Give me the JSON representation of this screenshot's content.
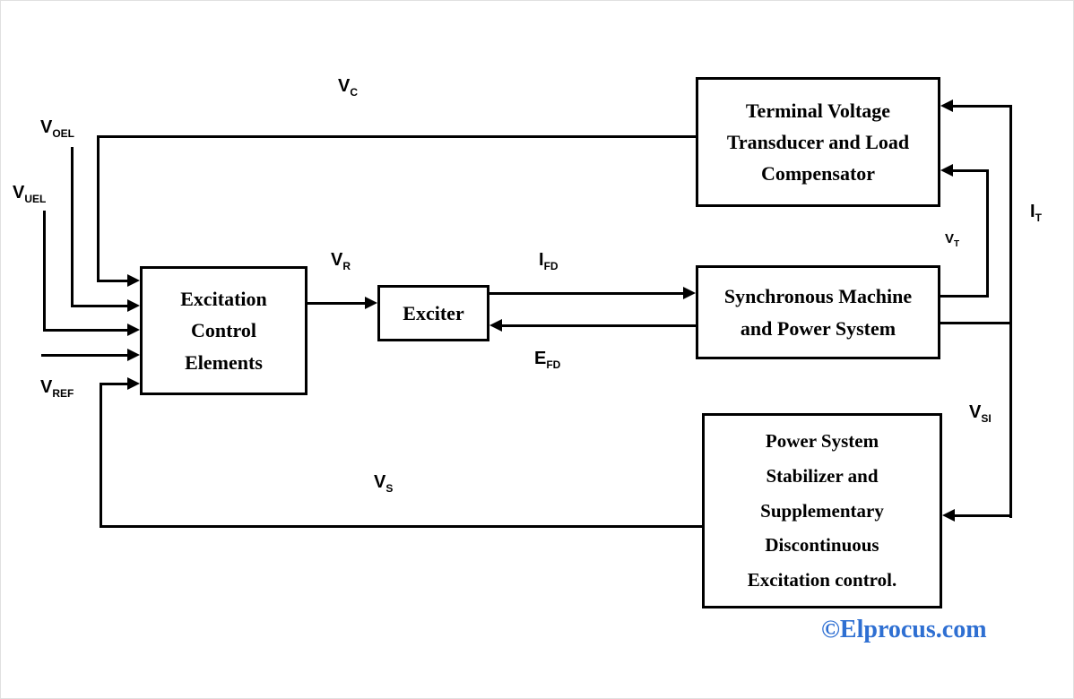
{
  "diagram": {
    "blocks": {
      "terminal": {
        "label": [
          "Terminal Voltage",
          "Transducer and Load",
          "Compensator"
        ]
      },
      "excitation": {
        "label": [
          "Excitation",
          "Control",
          "Elements"
        ]
      },
      "exciter": {
        "label": "Exciter"
      },
      "machine": {
        "label": [
          "Synchronous Machine",
          "and Power System"
        ]
      },
      "pss": {
        "label": [
          "Power System",
          "Stabilizer and",
          "Supplementary",
          "Discontinuous",
          "Excitation control."
        ]
      }
    },
    "signals": {
      "vc": {
        "symbol": "V",
        "subscript": "C"
      },
      "voel": {
        "symbol": "V",
        "subscript": "OEL"
      },
      "vuel": {
        "symbol": "V",
        "subscript": "UEL"
      },
      "vref": {
        "symbol": "V",
        "subscript": "REF"
      },
      "vr": {
        "symbol": "V",
        "subscript": "R"
      },
      "ifd": {
        "symbol": "I",
        "subscript": "FD"
      },
      "efd": {
        "symbol": "E",
        "subscript": "FD"
      },
      "vt": {
        "symbol": "V",
        "subscript": "T"
      },
      "it": {
        "symbol": "I",
        "subscript": "T"
      },
      "vsi": {
        "symbol": "V",
        "subscript": "SI"
      },
      "vs": {
        "symbol": "V",
        "subscript": "S"
      }
    },
    "watermark": "©Elprocus.com",
    "colors": {
      "line": "#000000",
      "watermark_blue": "#2e6fd2"
    }
  }
}
